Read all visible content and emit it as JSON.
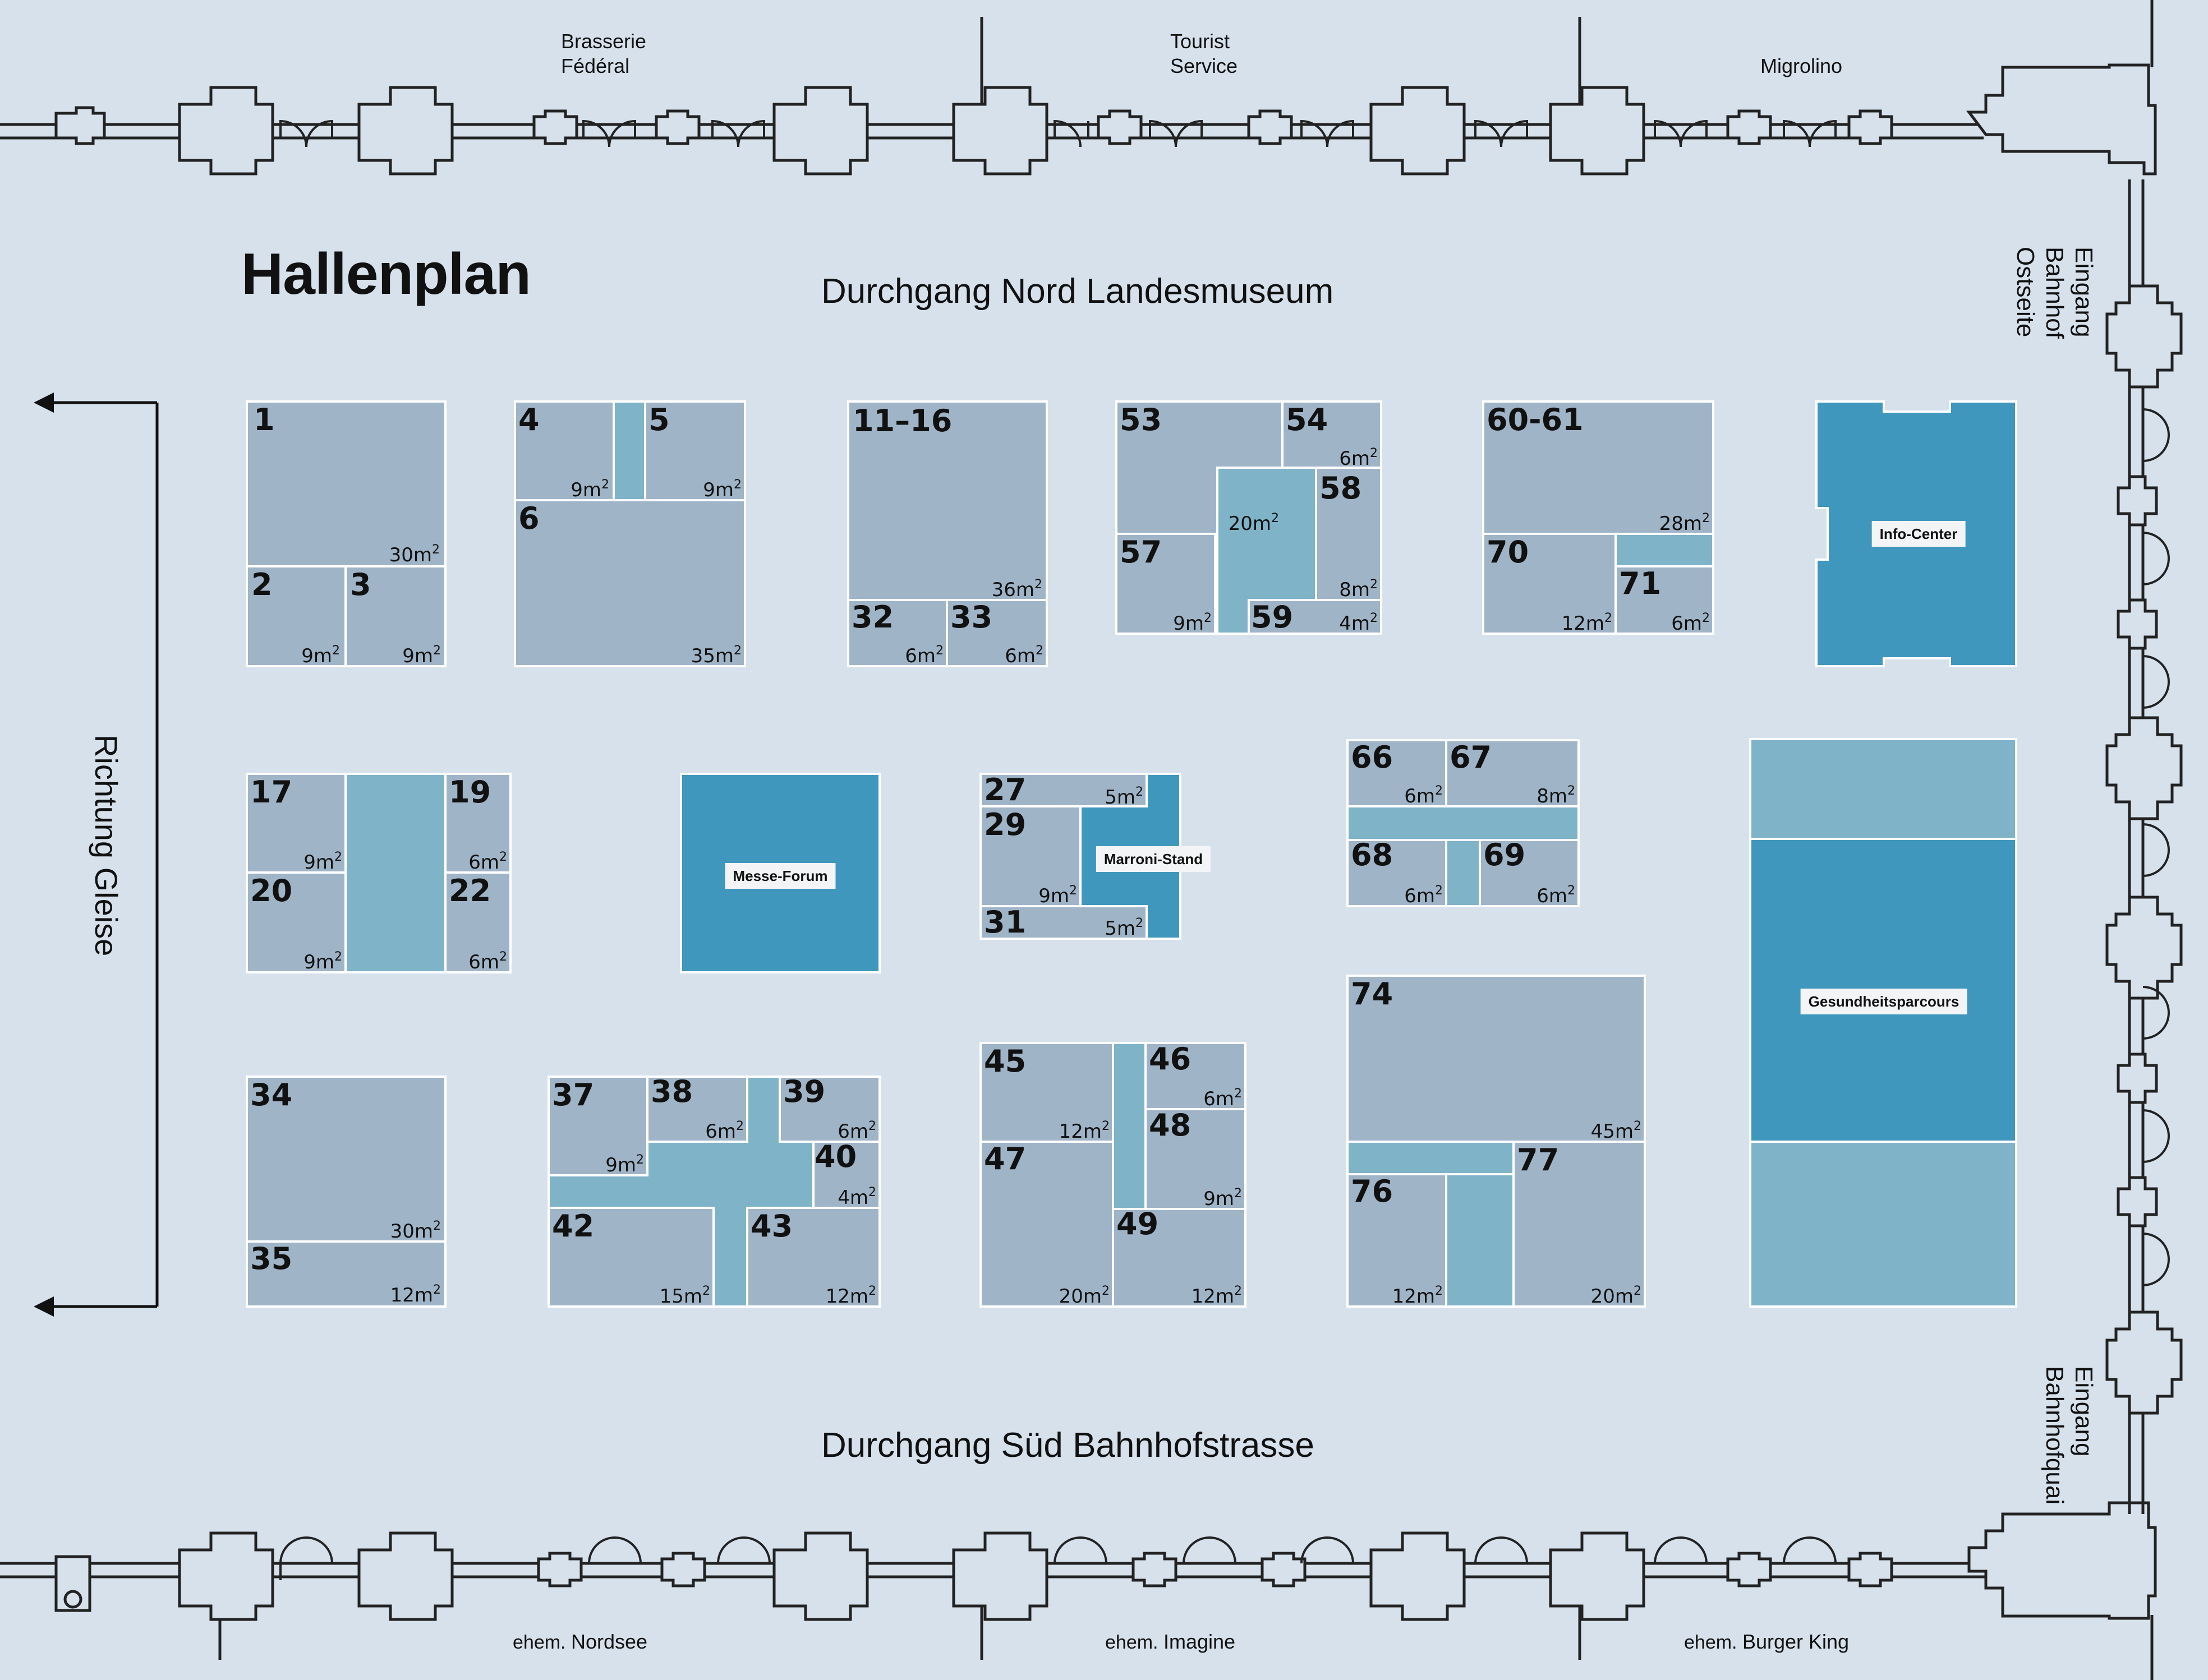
{
  "title": "Hallenplan",
  "colors": {
    "background": "#d7e1ec",
    "stand": "#a0b4c8",
    "aisle": "#7fb3c8",
    "special": "#3f97bd",
    "border": "#ffffff",
    "wall": "#222222"
  },
  "passages": {
    "north": "Durchgang Nord Landesmuseum",
    "south": "Durchgang Süd Bahnhofstrasse"
  },
  "direction": {
    "west": "Richtung Gleise"
  },
  "entrances": {
    "east_north": "Eingang Bahnhof Ostseite",
    "east_south": "Eingang Bahnhofquai"
  },
  "shops_north": [
    {
      "text": "Brasserie Fédéral"
    },
    {
      "text": "Tourist Service"
    },
    {
      "text": "Migrolino"
    }
  ],
  "shops_south": [
    {
      "prefix": "ehem.",
      "name": "Nordsee"
    },
    {
      "prefix": "ehem.",
      "name": "Imagine"
    },
    {
      "prefix": "ehem.",
      "name": "Burger King"
    }
  ],
  "special_areas": {
    "info": "Info-Center",
    "forum": "Messe-Forum",
    "marroni": "Marroni-Stand",
    "health": "Gesundheitsparcours"
  },
  "stands": [
    {
      "id": "1",
      "area": "30"
    },
    {
      "id": "2",
      "area": "9"
    },
    {
      "id": "3",
      "area": "9"
    },
    {
      "id": "4",
      "area": "9"
    },
    {
      "id": "5",
      "area": "9"
    },
    {
      "id": "6",
      "area": "35"
    },
    {
      "id": "11–16",
      "area": "36"
    },
    {
      "id": "32",
      "area": "6"
    },
    {
      "id": "33",
      "area": "6"
    },
    {
      "id": "53",
      "area": "20"
    },
    {
      "id": "54",
      "area": "6"
    },
    {
      "id": "58",
      "area": "8"
    },
    {
      "id": "57",
      "area": "9"
    },
    {
      "id": "59",
      "area": "4"
    },
    {
      "id": "60-61",
      "area": "28"
    },
    {
      "id": "70",
      "area": "12"
    },
    {
      "id": "71",
      "area": "6"
    },
    {
      "id": "17",
      "area": "9"
    },
    {
      "id": "19",
      "area": "6"
    },
    {
      "id": "20",
      "area": "9"
    },
    {
      "id": "22",
      "area": "6"
    },
    {
      "id": "27",
      "area": "5"
    },
    {
      "id": "29",
      "area": "9"
    },
    {
      "id": "31",
      "area": "5"
    },
    {
      "id": "66",
      "area": "6"
    },
    {
      "id": "67",
      "area": "8"
    },
    {
      "id": "68",
      "area": "6"
    },
    {
      "id": "69",
      "area": "6"
    },
    {
      "id": "34",
      "area": "30"
    },
    {
      "id": "35",
      "area": "12"
    },
    {
      "id": "37",
      "area": "9"
    },
    {
      "id": "38",
      "area": "6"
    },
    {
      "id": "39",
      "area": "6"
    },
    {
      "id": "40",
      "area": "4"
    },
    {
      "id": "42",
      "area": "15"
    },
    {
      "id": "43",
      "area": "12"
    },
    {
      "id": "45",
      "area": "12"
    },
    {
      "id": "46",
      "area": "6"
    },
    {
      "id": "48",
      "area": "9"
    },
    {
      "id": "47",
      "area": "20"
    },
    {
      "id": "49",
      "area": "12"
    },
    {
      "id": "74",
      "area": "45"
    },
    {
      "id": "76",
      "area": "12"
    },
    {
      "id": "77",
      "area": "20"
    }
  ],
  "area_unit": "m"
}
